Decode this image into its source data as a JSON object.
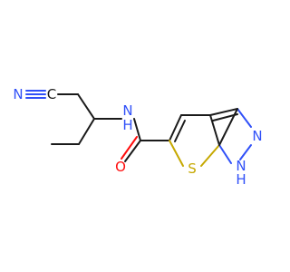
{
  "molecule": {
    "atom_labels": {
      "nitrile_c": "C",
      "nitrile_n": "N",
      "amide_nh": "N",
      "amide_h": "H",
      "carbonyl_o": "O",
      "thiophene_s": "S",
      "pyrazole_n": "N",
      "pyrazole_nh": "N",
      "pyrazole_h": "H"
    },
    "colors": {
      "carbon": "#1a1a1a",
      "nitrogen": "#3050f8",
      "oxygen": "#ff0d0d",
      "sulfur": "#c6a800"
    }
  }
}
